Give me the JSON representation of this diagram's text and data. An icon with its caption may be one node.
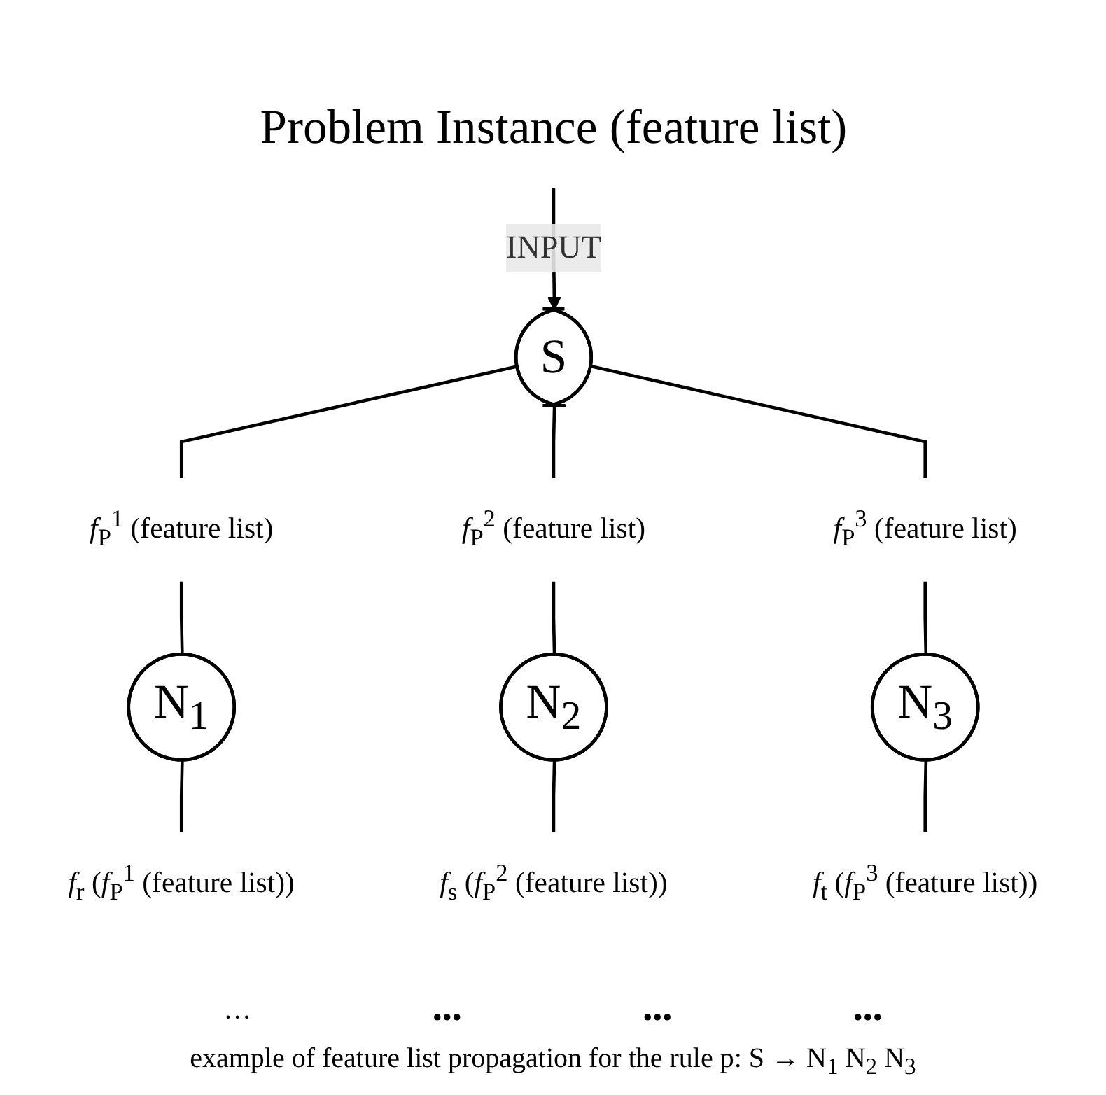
{
  "diagram": {
    "caption": "example of feature list propagation for the rule p: S → N$_{1}$ N$_{2}$ N$_{3}$",
    "nodes": [
      {
        "text": [
          "Problem Instance (feature list)"
        ]
      },
      {
        "text": [
          "S"
        ]
      },
      {
        "text": [
          "*f*$_{P}$$^{1}$ (feature list)"
        ]
      },
      {
        "text": [
          "*f*$_{P}$$^{2}$ (feature list)"
        ]
      },
      {
        "text": [
          "*f*$_{P}$$^{3}$ (feature list)"
        ]
      },
      {
        "text": [
          "N$_{1}$"
        ]
      },
      {
        "text": [
          "N$_{2}$"
        ]
      },
      {
        "text": [
          "N$_{3}$"
        ]
      },
      {
        "text": [
          "*f*$_{r}$ (*f*$_{P}$$^{1}$ (feature list))"
        ]
      },
      {
        "text": [
          "*f*$_{s}$ (*f*$_{P}$$^{2}$ (feature list))"
        ]
      },
      {
        "text": [
          "*f*$_{t}$ (*f*$_{P}$$^{3}$ (feature list))"
        ]
      }
    ],
    "edges": [
      {
        "from": 0,
        "to": 1,
        "arrow": "to",
        "label": "INPUT"
      },
      {
        "from": 1,
        "to": 2,
        "arrow": "none"
      },
      {
        "from": 1,
        "to": 3,
        "arrow": "none"
      },
      {
        "from": 1,
        "to": 4,
        "arrow": "none"
      },
      {
        "from": 2,
        "to": 5,
        "arrow": "none"
      },
      {
        "from": 3,
        "to": 6,
        "arrow": "none"
      },
      {
        "from": 4,
        "to": 7,
        "arrow": "none"
      },
      {
        "from": 5,
        "to": 8,
        "arrow": "none"
      },
      {
        "from": 6,
        "to": 9,
        "arrow": "none"
      },
      {
        "from": 7,
        "to": 10,
        "arrow": "none"
      }
    ],
    "labels": [
      "···",
      "•••",
      "•••",
      "•••"
    ]
  }
}
